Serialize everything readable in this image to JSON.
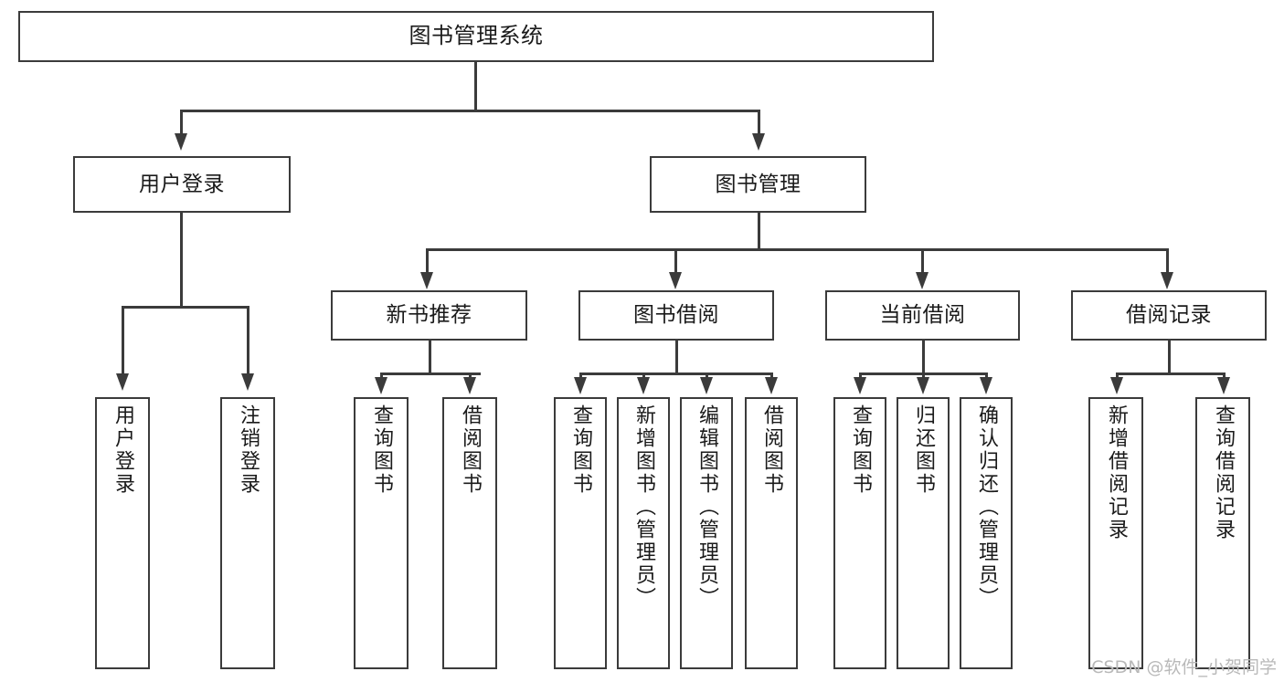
{
  "diagram": {
    "title": "图书管理系统",
    "type": "tree",
    "watermark": "CSDN @软件_小贺同学",
    "colors": {
      "stroke": "#3b3b3b",
      "fill": "#ffffff",
      "text": "#1a1a1a",
      "watermark": "#b9b9b9"
    },
    "root": {
      "label": "图书管理系统"
    },
    "level2": [
      {
        "label": "用户登录"
      },
      {
        "label": "图书管理"
      }
    ],
    "level3": [
      {
        "label": "新书推荐"
      },
      {
        "label": "图书借阅"
      },
      {
        "label": "当前借阅"
      },
      {
        "label": "借阅记录"
      }
    ],
    "leaves": {
      "user_login": [
        {
          "label": "用户登录"
        },
        {
          "label": "注销登录"
        }
      ],
      "new_book": [
        {
          "label": "查询图书"
        },
        {
          "label": "借阅图书"
        }
      ],
      "book_borrow": [
        {
          "label": "查询图书"
        },
        {
          "label": "新增图书（管理员）"
        },
        {
          "label": "编辑图书（管理员）"
        },
        {
          "label": "借阅图书"
        }
      ],
      "current_borrow": [
        {
          "label": "查询图书"
        },
        {
          "label": "归还图书"
        },
        {
          "label": "确认归还（管理员）"
        }
      ],
      "borrow_record": [
        {
          "label": "新增借阅记录"
        },
        {
          "label": "查询借阅记录"
        }
      ]
    }
  }
}
